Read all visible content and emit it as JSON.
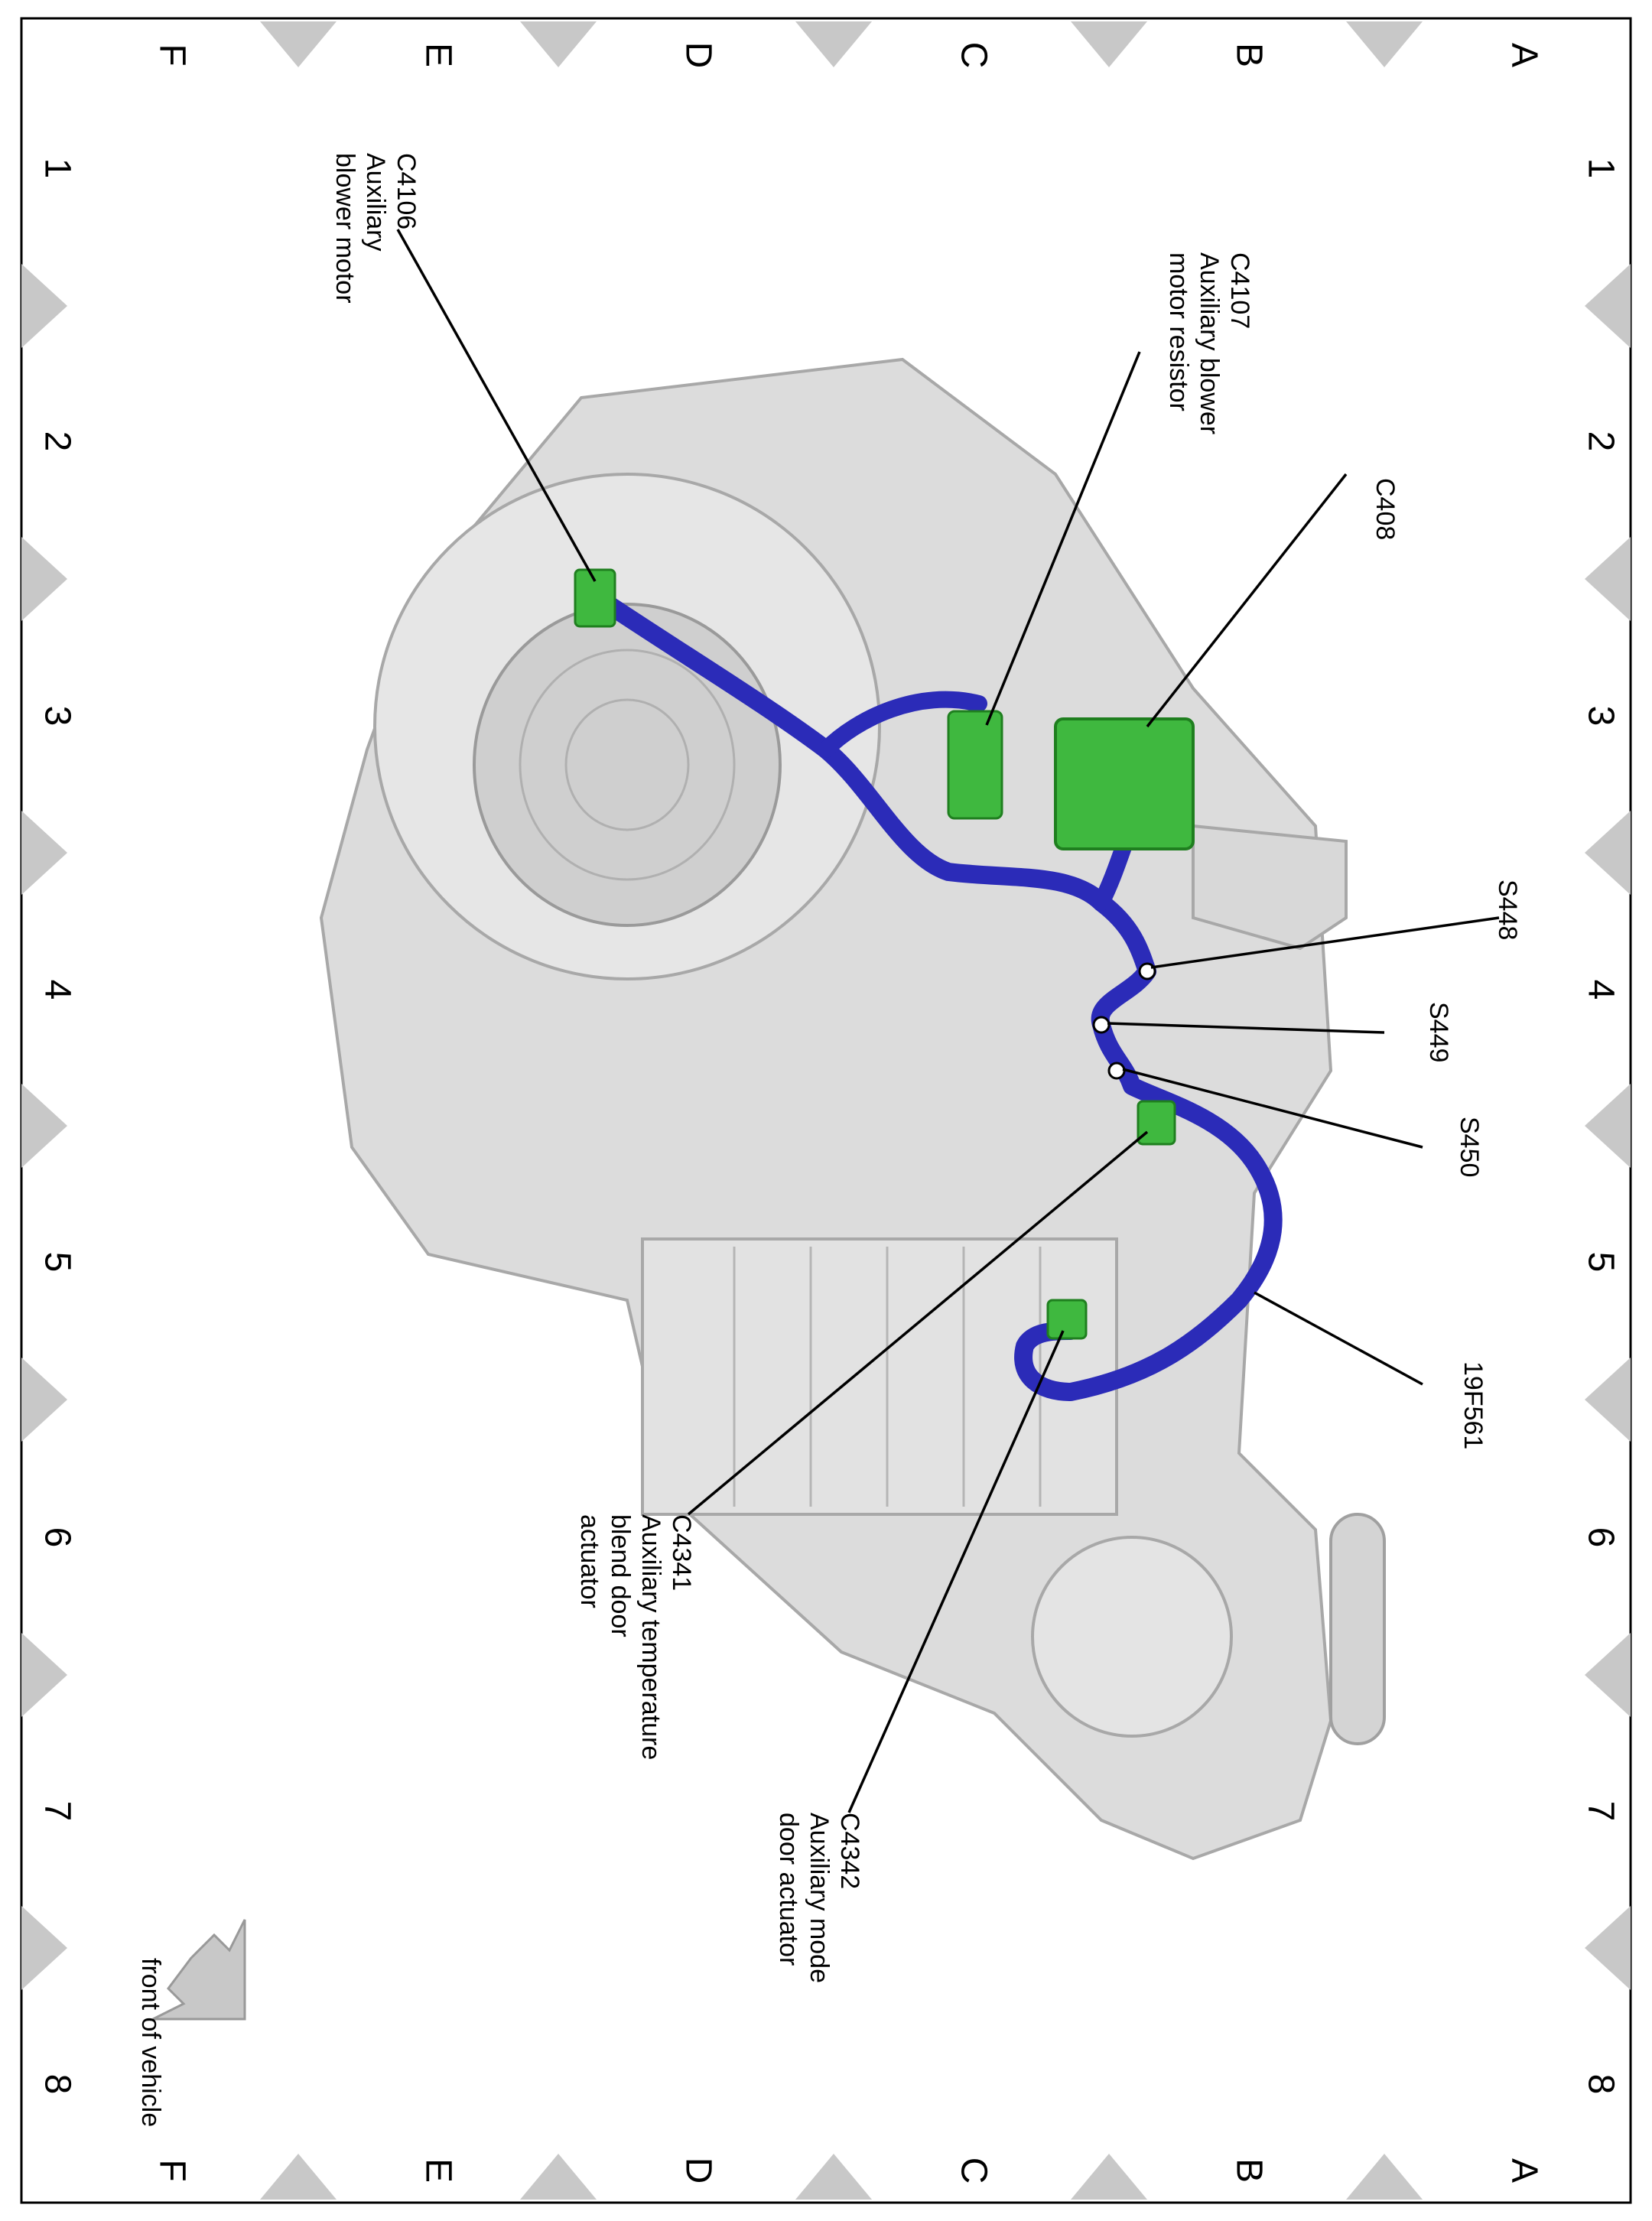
{
  "grid": {
    "rows": [
      "A",
      "B",
      "C",
      "D",
      "E",
      "F"
    ],
    "columns": [
      "1",
      "2",
      "3",
      "4",
      "5",
      "6",
      "7",
      "8"
    ]
  },
  "callouts": [
    {
      "id": "c4106",
      "lines": [
        "C4106",
        "Auxiliary",
        "blower motor"
      ]
    },
    {
      "id": "c4107",
      "lines": [
        "C4107",
        "Auxiliary blower",
        "motor resistor"
      ]
    },
    {
      "id": "c408",
      "lines": [
        "C408"
      ]
    },
    {
      "id": "s448",
      "lines": [
        "S448"
      ]
    },
    {
      "id": "s449",
      "lines": [
        "S449"
      ]
    },
    {
      "id": "s450",
      "lines": [
        "S450"
      ]
    },
    {
      "id": "19f561",
      "lines": [
        "19F561"
      ]
    },
    {
      "id": "c4341",
      "lines": [
        "C4341",
        "Auxiliary temperature",
        "blend door",
        "actuator"
      ]
    },
    {
      "id": "c4342",
      "lines": [
        "C4342",
        "Auxiliary mode",
        "door actuator"
      ]
    }
  ],
  "orientation_label": "front of vehicle",
  "colors": {
    "housing": "#dcdcdc",
    "housing_edge": "#a8a8a8",
    "harness": "#2b2bb8",
    "connector": "#3fb83f",
    "grid_marker": "#c8c8c8",
    "arrow": "#c8c8c8"
  }
}
